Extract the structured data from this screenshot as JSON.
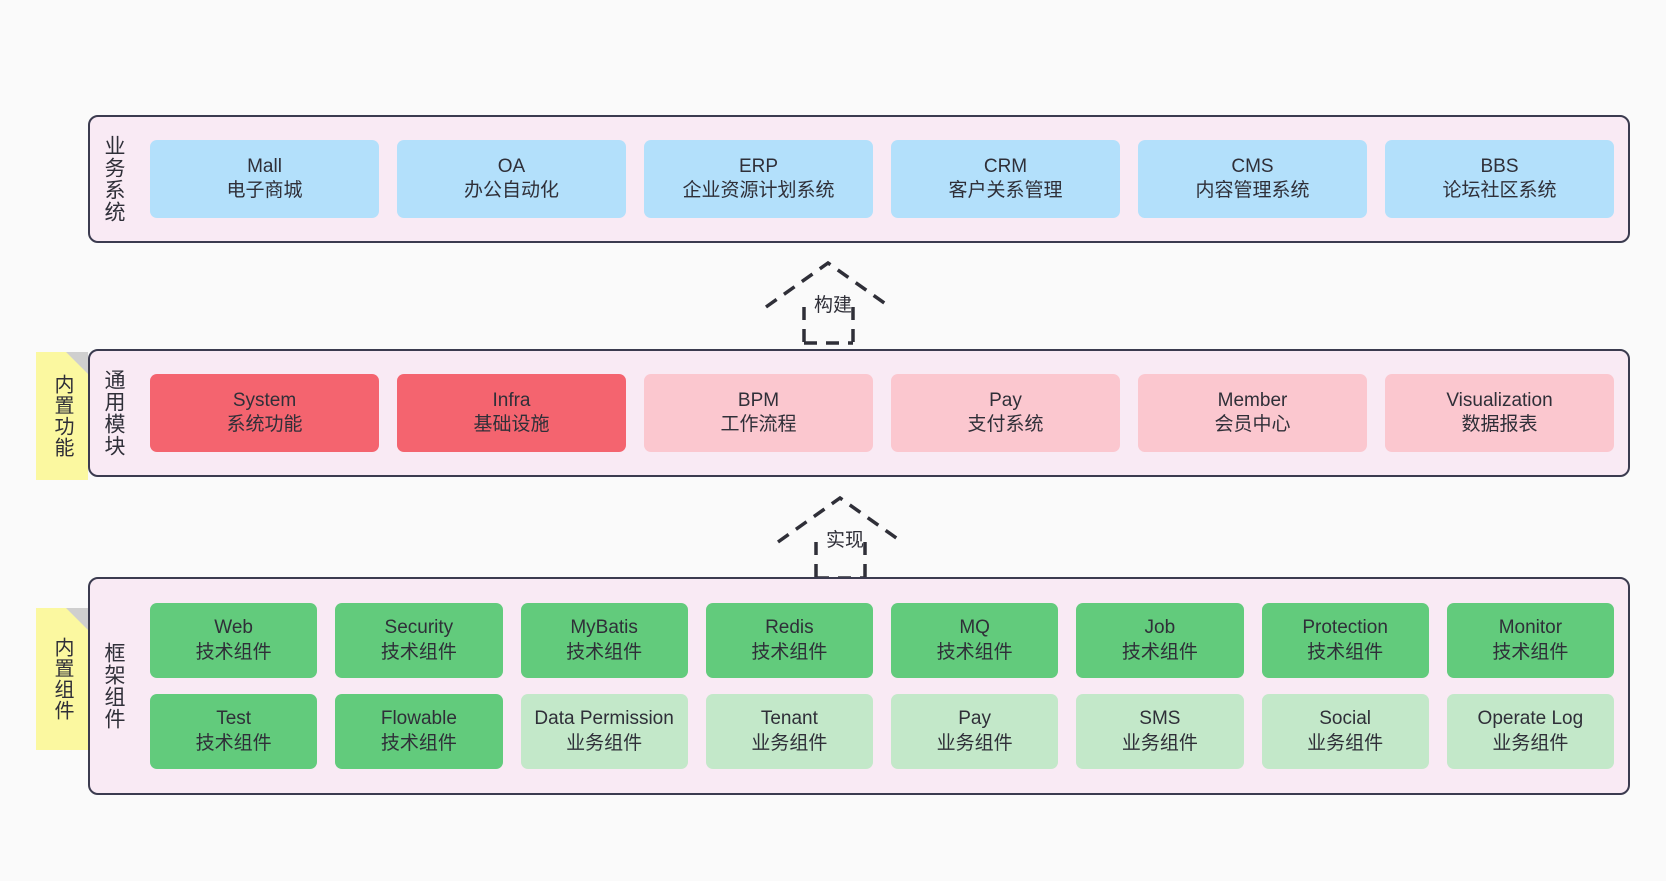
{
  "diagram": {
    "background_color": "#fafafa",
    "panel_color": "#f9eaf4",
    "note_color": "#fbf8a0"
  },
  "layers": [
    {
      "key": "business",
      "title": "业务系统",
      "rows": [
        {
          "nodes": [
            {
              "en": "Mall",
              "cn": "电子商城",
              "color": "#b3e0fb",
              "variant": "c-blue"
            },
            {
              "en": "OA",
              "cn": "办公自动化",
              "color": "#b3e0fb",
              "variant": "c-blue"
            },
            {
              "en": "ERP",
              "cn": "企业资源计划系统",
              "color": "#b3e0fb",
              "variant": "c-blue"
            },
            {
              "en": "CRM",
              "cn": "客户关系管理",
              "color": "#b3e0fb",
              "variant": "c-blue"
            },
            {
              "en": "CMS",
              "cn": "内容管理系统",
              "color": "#b3e0fb",
              "variant": "c-blue"
            },
            {
              "en": "BBS",
              "cn": "论坛社区系统",
              "color": "#b3e0fb",
              "variant": "c-blue"
            }
          ]
        }
      ]
    },
    {
      "key": "common",
      "title": "通用模块",
      "note": "内置功能",
      "rows": [
        {
          "nodes": [
            {
              "en": "System",
              "cn": "系统功能",
              "color": "#f4646f",
              "variant": "c-red"
            },
            {
              "en": "Infra",
              "cn": "基础设施",
              "color": "#f4646f",
              "variant": "c-red"
            },
            {
              "en": "BPM",
              "cn": "工作流程",
              "color": "#fbc7cf",
              "variant": "c-pink"
            },
            {
              "en": "Pay",
              "cn": "支付系统",
              "color": "#fbc7cf",
              "variant": "c-pink"
            },
            {
              "en": "Member",
              "cn": "会员中心",
              "color": "#fbc7cf",
              "variant": "c-pink"
            },
            {
              "en": "Visualization",
              "cn": "数据报表",
              "color": "#fbc7cf",
              "variant": "c-pink"
            }
          ]
        }
      ]
    },
    {
      "key": "framework",
      "title": "框架组件",
      "note": "内置组件",
      "rows": [
        {
          "nodes": [
            {
              "en": "Web",
              "cn": "技术组件",
              "color": "#62cb7c",
              "variant": "c-green"
            },
            {
              "en": "Security",
              "cn": "技术组件",
              "color": "#62cb7c",
              "variant": "c-green"
            },
            {
              "en": "MyBatis",
              "cn": "技术组件",
              "color": "#62cb7c",
              "variant": "c-green"
            },
            {
              "en": "Redis",
              "cn": "技术组件",
              "color": "#62cb7c",
              "variant": "c-green"
            },
            {
              "en": "MQ",
              "cn": "技术组件",
              "color": "#62cb7c",
              "variant": "c-green"
            },
            {
              "en": "Job",
              "cn": "技术组件",
              "color": "#62cb7c",
              "variant": "c-green"
            },
            {
              "en": "Protection",
              "cn": "技术组件",
              "color": "#62cb7c",
              "variant": "c-green"
            },
            {
              "en": "Monitor",
              "cn": "技术组件",
              "color": "#62cb7c",
              "variant": "c-green"
            }
          ]
        },
        {
          "nodes": [
            {
              "en": "Test",
              "cn": "技术组件",
              "color": "#62cb7c",
              "variant": "c-green"
            },
            {
              "en": "Flowable",
              "cn": "技术组件",
              "color": "#62cb7c",
              "variant": "c-green"
            },
            {
              "en": "Data Permission",
              "cn": "业务组件",
              "color": "#c3e8c9",
              "variant": "c-lightgreen",
              "wrap": true
            },
            {
              "en": "Tenant",
              "cn": "业务组件",
              "color": "#c3e8c9",
              "variant": "c-lightgreen"
            },
            {
              "en": "Pay",
              "cn": "业务组件",
              "color": "#c3e8c9",
              "variant": "c-lightgreen"
            },
            {
              "en": "SMS",
              "cn": "业务组件",
              "color": "#c3e8c9",
              "variant": "c-lightgreen"
            },
            {
              "en": "Social",
              "cn": "业务组件",
              "color": "#c3e8c9",
              "variant": "c-lightgreen"
            },
            {
              "en": "Operate Log",
              "cn": "业务组件",
              "color": "#c3e8c9",
              "variant": "c-lightgreen"
            }
          ]
        }
      ]
    }
  ],
  "connectors": [
    {
      "key": "build",
      "label": "构建"
    },
    {
      "key": "implement",
      "label": "实现"
    }
  ]
}
